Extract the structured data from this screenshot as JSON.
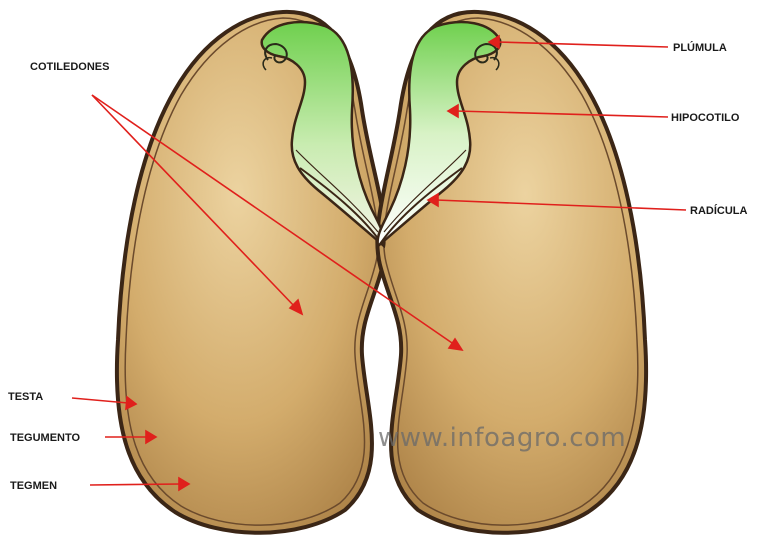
{
  "diagram": {
    "labels": {
      "cotiledones": "COTILEDONES",
      "plumula": "PLÚMULA",
      "hipocotilo": "HIPOCOTILO",
      "radicula": "RADÍCULA",
      "testa": "TESTA",
      "tegumento": "TEGUMENTO",
      "tegmen": "TEGMEN"
    },
    "watermark": "www.infoagro.com"
  },
  "colors": {
    "seed_light": "#e8cf9a",
    "seed_dark": "#b2864a",
    "coat": "#3b2616",
    "embryo_green": "#7dd35d",
    "arrow": "#e0201c"
  }
}
